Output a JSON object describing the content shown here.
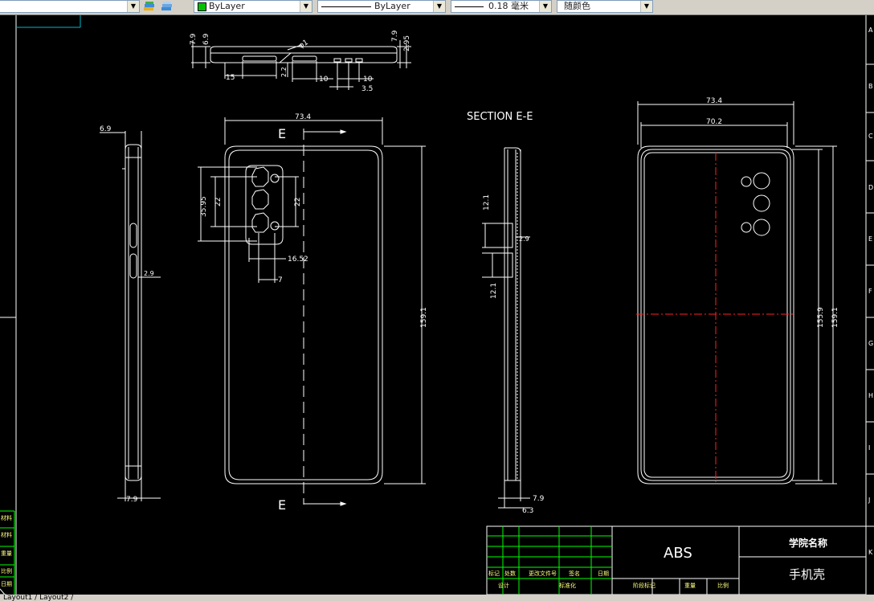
{
  "toolbar": {
    "layer_combo": "ByLayer",
    "linetype_combo": "ByLayer",
    "lineweight_combo": "0.18 毫米",
    "plotstyle_combo": "随颜色"
  },
  "colors": {
    "background": "#000000",
    "lines": "#ffffff",
    "centerline": "#ff2020",
    "bylayer_swatch": "#00c000",
    "legend_green": "#00ff00",
    "viewport_border": "#00b8c8"
  },
  "drawing": {
    "section_label": "SECTION E-E",
    "section_marker": "E",
    "top_view_dims": [
      "7.9",
      "6.9",
      "φ1",
      "2.2",
      "15",
      "10",
      "10",
      "3.5",
      "7.9",
      "2.95"
    ],
    "side_view_dims": [
      "6.9",
      "2.9",
      "7.9"
    ],
    "back_view_dims": [
      "73.4",
      "35.95",
      "22",
      "22",
      "16.52",
      "7",
      "159.1"
    ],
    "section_view_dims": [
      "12.1",
      "2.9",
      "12.1",
      "7.9",
      "6.3"
    ],
    "front_view_dims": [
      "73.4",
      "70.2",
      "155.9",
      "159.1"
    ],
    "border_letters": [
      "A",
      "B",
      "C",
      "D",
      "E",
      "F",
      "G",
      "H",
      "I",
      "J",
      "K"
    ]
  },
  "title_block": {
    "material": "ABS",
    "school_label": "学院名称",
    "part_name": "手机壳",
    "row_labels": [
      "标记",
      "处数",
      "更改文件号",
      "签名",
      "日期"
    ],
    "bottom_labels": [
      "设计",
      "标准化",
      "阶段标记",
      "重量",
      "比例"
    ]
  },
  "left_legend": [
    "材料",
    "材料",
    "重量",
    "比例",
    "日期"
  ],
  "layout_tabs": "Layout1 / Layout2 /"
}
